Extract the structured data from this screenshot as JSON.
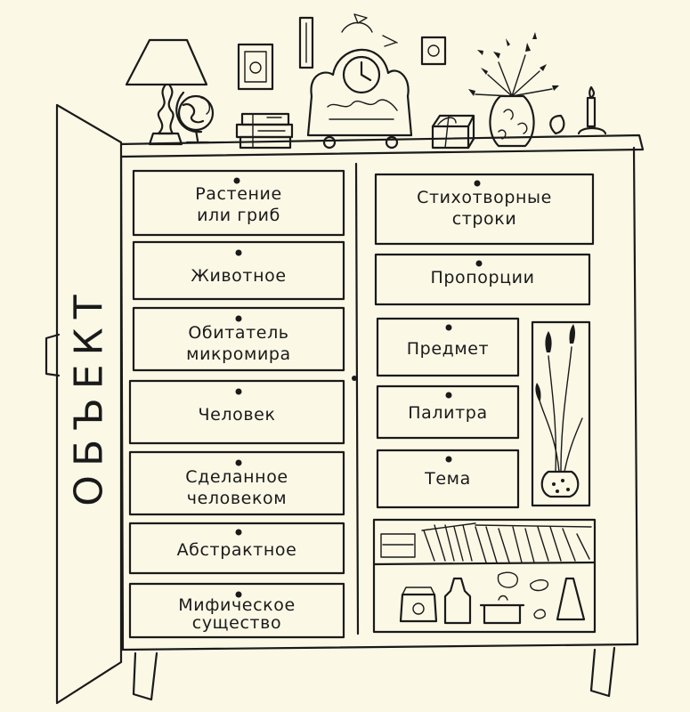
{
  "door_label": "ОБЪЕКТ",
  "left_drawers": [
    {
      "id": "plant",
      "line1": "Растение",
      "line2": "или гриб"
    },
    {
      "id": "animal",
      "line1": "Животное",
      "line2": ""
    },
    {
      "id": "microworld",
      "line1": "Обитатель",
      "line2": "микромира"
    },
    {
      "id": "human",
      "line1": "Человек",
      "line2": ""
    },
    {
      "id": "manmade",
      "line1": "Сделанное",
      "line2": "человеком"
    },
    {
      "id": "abstract",
      "line1": "Абстрактное",
      "line2": ""
    },
    {
      "id": "mythical",
      "line1": "Мифическое",
      "line2": "существо"
    }
  ],
  "right_drawers": [
    {
      "id": "verse",
      "line1": "Стихотворные",
      "line2": "строки"
    },
    {
      "id": "proportions",
      "line1": "Пропорции",
      "line2": ""
    },
    {
      "id": "item",
      "line1": "Предмет",
      "line2": ""
    },
    {
      "id": "palette",
      "line1": "Палитра",
      "line2": ""
    },
    {
      "id": "theme",
      "line1": "Тема",
      "line2": ""
    }
  ],
  "icons": {
    "lamp": "table-lamp-icon",
    "globe": "globe-icon",
    "books": "book-stack-icon",
    "frame": "picture-frame-icon",
    "clock": "mantel-clock-icon",
    "gift": "gift-box-icon",
    "vase": "flower-vase-icon",
    "candle": "candle-icon",
    "cattails": "cattail-vase-icon",
    "bookshelf": "bookshelf-icon",
    "jars": "kitchen-jars-icon"
  }
}
